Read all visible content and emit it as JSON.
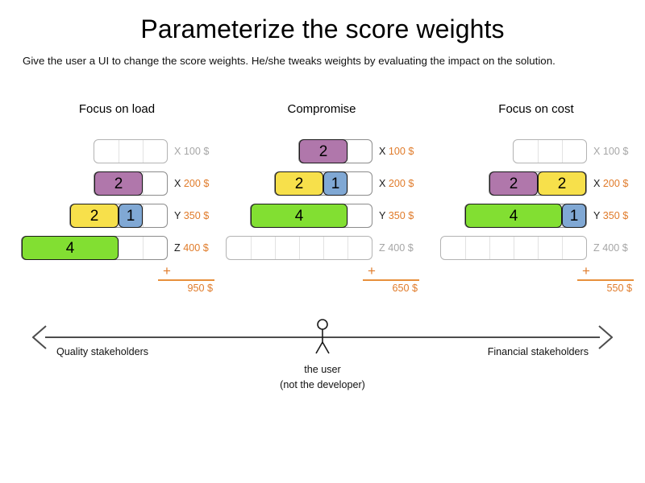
{
  "header": {
    "title": "Parameterize the score weights",
    "subtitle": "Give the user a UI to change the score weights. He/she tweaks weights by evaluating the impact on the solution."
  },
  "colors": {
    "purple": "#b077ab",
    "yellow": "#f7e04b",
    "blue": "#80a8d4",
    "green": "#82df32",
    "accent_orange": "#e07b2a",
    "dim_gray": "#a6a6a6",
    "axis_gray": "#4d4d4d"
  },
  "cell_size": 30,
  "columns": [
    {
      "title": "Focus on load",
      "rows": [
        {
          "key": "X",
          "amount": "100 $",
          "dim": true,
          "cells": 3,
          "segments": []
        },
        {
          "key": "X",
          "amount": "200 $",
          "dim": false,
          "cells": 3,
          "segments": [
            {
              "value": "2",
              "span": 2,
              "color": "purple"
            }
          ]
        },
        {
          "key": "Y",
          "amount": "350 $",
          "dim": false,
          "cells": 4,
          "segments": [
            {
              "value": "2",
              "span": 2,
              "color": "yellow"
            },
            {
              "value": "1",
              "span": 1,
              "color": "blue"
            }
          ]
        },
        {
          "key": "Z",
          "amount": "400 $",
          "dim": false,
          "cells": 6,
          "segments": [
            {
              "value": "4",
              "span": 4,
              "color": "green"
            }
          ]
        }
      ],
      "sum_symbol": "+",
      "total": "950 $"
    },
    {
      "title": "Compromise",
      "rows": [
        {
          "key": "X",
          "amount": "100 $",
          "dim": false,
          "cells": 3,
          "segments": [
            {
              "value": "2",
              "span": 2,
              "color": "purple"
            }
          ]
        },
        {
          "key": "X",
          "amount": "200 $",
          "dim": false,
          "cells": 4,
          "segments": [
            {
              "value": "2",
              "span": 2,
              "color": "yellow"
            },
            {
              "value": "1",
              "span": 1,
              "color": "blue"
            }
          ]
        },
        {
          "key": "Y",
          "amount": "350 $",
          "dim": false,
          "cells": 5,
          "segments": [
            {
              "value": "4",
              "span": 4,
              "color": "green"
            }
          ]
        },
        {
          "key": "Z",
          "amount": "400 $",
          "dim": true,
          "cells": 6,
          "segments": []
        }
      ],
      "sum_symbol": "+",
      "total": "650 $"
    },
    {
      "title": "Focus on cost",
      "rows": [
        {
          "key": "X",
          "amount": "100 $",
          "dim": true,
          "cells": 3,
          "segments": []
        },
        {
          "key": "X",
          "amount": "200 $",
          "dim": false,
          "cells": 4,
          "segments": [
            {
              "value": "2",
              "span": 2,
              "color": "purple"
            },
            {
              "value": "2",
              "span": 2,
              "color": "yellow"
            }
          ]
        },
        {
          "key": "Y",
          "amount": "350 $",
          "dim": false,
          "cells": 5,
          "segments": [
            {
              "value": "4",
              "span": 4,
              "color": "green"
            },
            {
              "value": "1",
              "span": 1,
              "color": "blue"
            }
          ]
        },
        {
          "key": "Z",
          "amount": "400 $",
          "dim": true,
          "cells": 6,
          "segments": []
        }
      ],
      "sum_symbol": "+",
      "total": "550 $"
    }
  ],
  "axis": {
    "left_label": "Quality stakeholders",
    "right_label": "Financial stakeholders",
    "user_line1": "the user",
    "user_line2": "(not the developer)"
  }
}
